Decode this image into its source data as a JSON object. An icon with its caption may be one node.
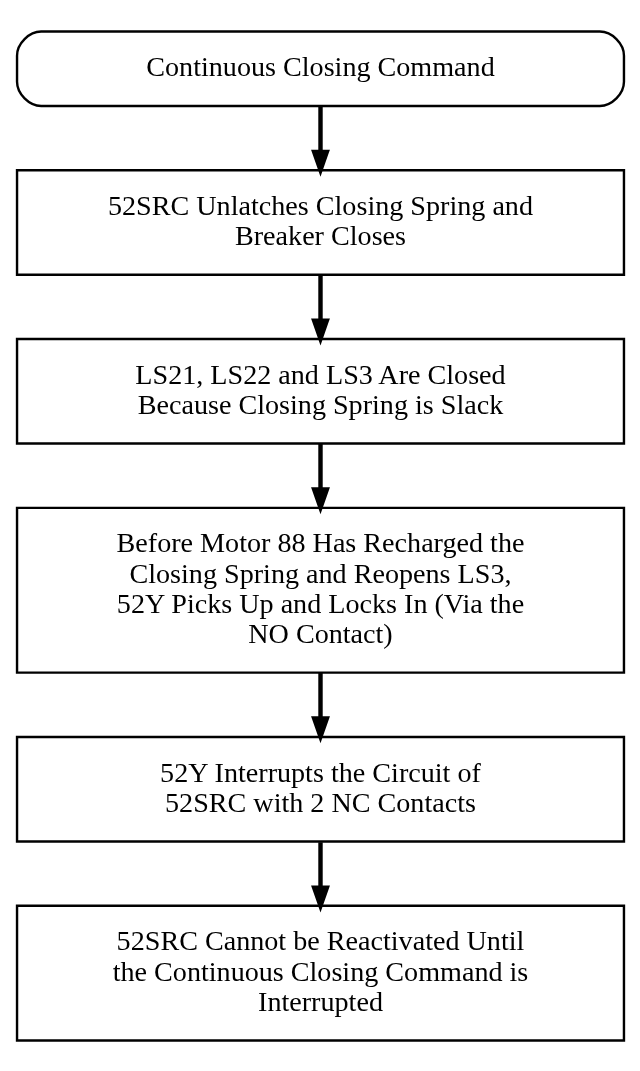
{
  "diagram": {
    "nodes": [
      {
        "text": [
          "Continuous Closing Command"
        ]
      },
      {
        "text": [
          "52SRC Unlatches Closing Spring and Breaker Closes"
        ]
      },
      {
        "text": [
          "LS21, LS22 and LS3 Are Closed Because Closing Spring is Slack"
        ]
      },
      {
        "text": [
          "Before Motor 88 Has Recharged the Closing Spring and Reopens LS3, 52Y Picks Up and Locks In (Via the NO Contact)"
        ]
      },
      {
        "text": [
          "52Y Interrupts the Circuit of 52SRC with 2 NC Contacts"
        ]
      },
      {
        "text": [
          "52SRC Cannot be Reactivated Until the Continuous Closing Command is Interrupted"
        ]
      }
    ],
    "edges": [
      {
        "from": 0,
        "to": 1,
        "arrow": "to"
      },
      {
        "from": 1,
        "to": 2,
        "arrow": "to"
      },
      {
        "from": 2,
        "to": 3,
        "arrow": "to"
      },
      {
        "from": 3,
        "to": 4,
        "arrow": "to"
      },
      {
        "from": 4,
        "to": 5,
        "arrow": "to"
      }
    ]
  }
}
